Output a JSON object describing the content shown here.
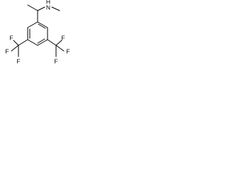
{
  "structure": {
    "atoms": {
      "amine_nitrogen": "N",
      "amine_hydrogen": "H",
      "left_cf3": {
        "fluorine_top": "F",
        "fluorine_left": "F",
        "fluorine_bottom": "F"
      },
      "right_cf3": {
        "fluorine_top": "F",
        "fluorine_right": "F",
        "fluorine_bottom": "F"
      }
    }
  }
}
